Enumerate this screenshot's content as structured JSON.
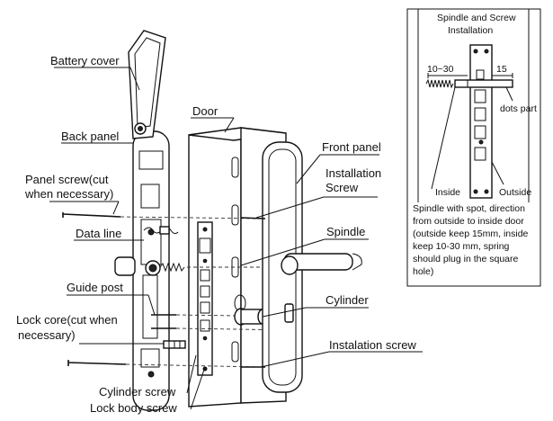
{
  "labels": {
    "battery_cover": "Battery cover",
    "back_panel": "Back panel",
    "panel_screw_1": "Panel screw(cut",
    "panel_screw_2": "when necessary)",
    "data_line": "Data line",
    "guide_post": "Guide post",
    "lock_core_1": "Lock core(cut when",
    "lock_core_2": "necessary)",
    "cylinder_screw": "Cylinder screw",
    "lock_body_screw": "Lock body screw",
    "door": "Door",
    "front_panel": "Front panel",
    "installation_screw_1": "Installation",
    "installation_screw_2": "Screw",
    "spindle": "Spindle",
    "cylinder": "Cylinder",
    "instalation_screw": "Instalation screw"
  },
  "inset": {
    "title_1": "Spindle and Screw",
    "title_2": "Installation",
    "dim_left": "10~30",
    "dim_right": "15",
    "dots_part": "dots part",
    "inside": "Inside",
    "outside": "Outside",
    "note": [
      "Spindle with spot, direction",
      "from outside to inside door",
      "(outside keep 15mm, inside",
      "keep 10-30 mm, spring",
      "should plug in the square",
      "hole)"
    ]
  }
}
